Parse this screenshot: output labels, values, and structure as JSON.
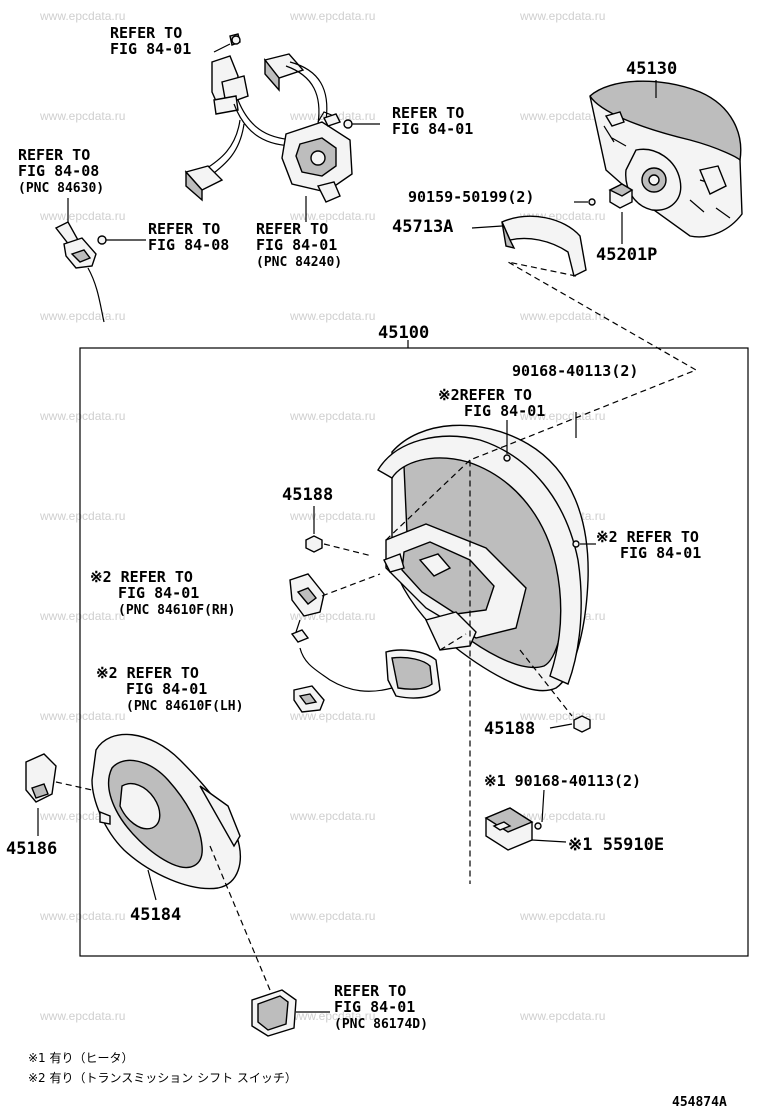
{
  "watermark": "www.epcdata.ru",
  "parts": {
    "p45130": "45130",
    "p90159": "90159-50199(2)",
    "p45713a": "45713A",
    "p45201p": "45201P",
    "p45100": "45100",
    "p90168_top": "90168-40113(2)",
    "p45188_left": "45188",
    "p45188_right": "45188",
    "p90168_mid": "※1 90168-40113(2)",
    "p55910e": "※1 55910E",
    "p45186": "45186",
    "p45184": "45184"
  },
  "refs": {
    "r1": [
      "REFER TO",
      "FIG 84-01"
    ],
    "r2": [
      "REFER TO",
      "FIG 84-01"
    ],
    "r3": [
      "REFER TO",
      "FIG 84-08",
      "(PNC 84630)"
    ],
    "r4": [
      "REFER TO",
      "FIG 84-08"
    ],
    "r5": [
      "REFER TO",
      "FIG 84-01",
      "(PNC 84240)"
    ],
    "r6": [
      "※2REFER TO",
      "FIG 84-01"
    ],
    "r7": [
      "※2 REFER TO",
      "FIG 84-01"
    ],
    "r8": [
      "※2 REFER TO",
      "FIG 84-01",
      "(PNC 84610F(RH)"
    ],
    "r9": [
      "※2 REFER TO",
      "FIG 84-01",
      "(PNC 84610F(LH)"
    ],
    "r10": [
      "REFER TO",
      "FIG 84-01",
      "(PNC 86174D)"
    ]
  },
  "footnotes": {
    "n1": "※1 有り（ヒータ）",
    "n2": "※2 有り（トランスミッション シフト スイッチ）"
  },
  "diagram_id": "454874A"
}
